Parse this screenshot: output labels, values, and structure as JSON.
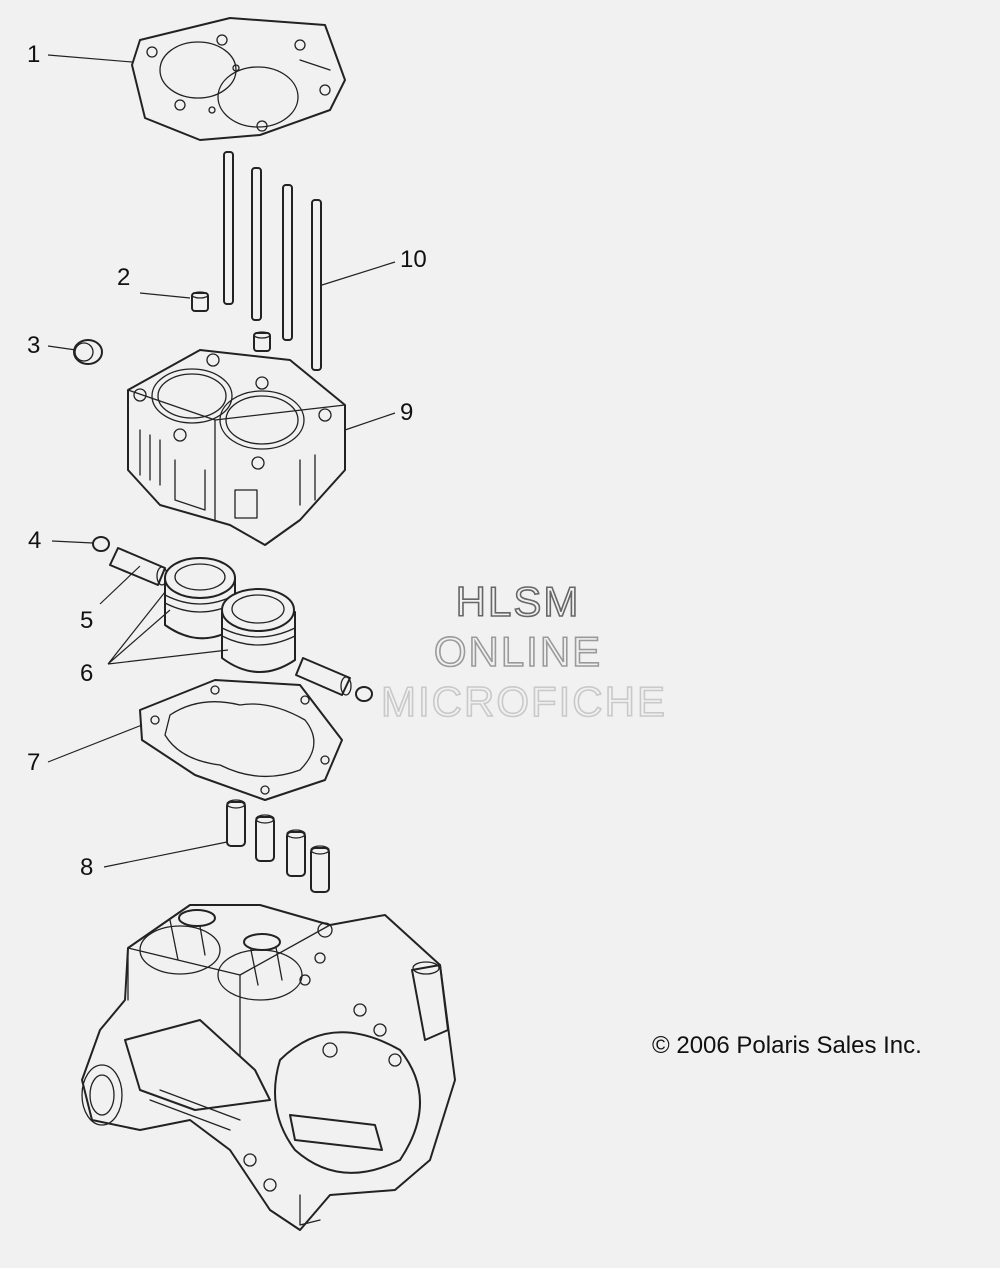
{
  "callouts": [
    "1",
    "2",
    "3",
    "4",
    "5",
    "6",
    "7",
    "8",
    "9",
    "10"
  ],
  "watermark": {
    "line1": "HLSM",
    "line2": "ONLINE",
    "line3": "MICROFICHE"
  },
  "copyright": "© 2006 Polaris Sales Inc."
}
